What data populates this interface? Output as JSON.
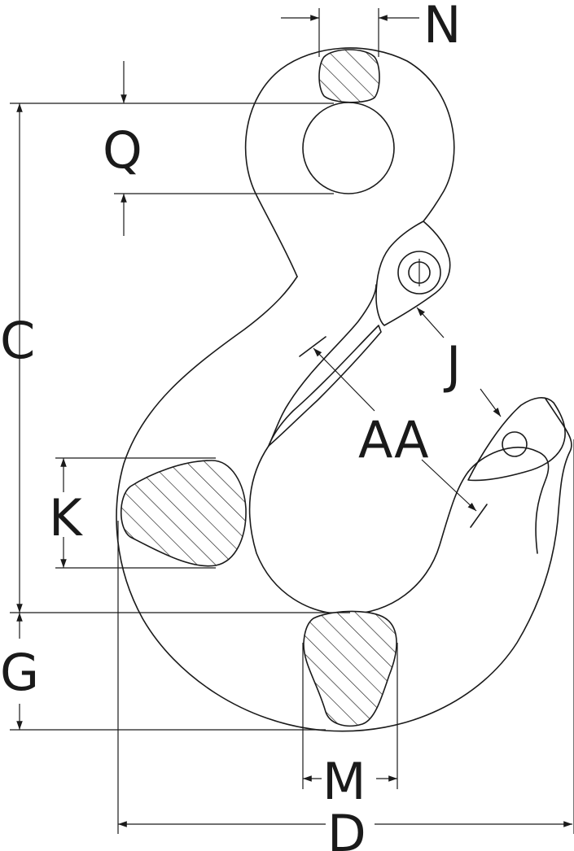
{
  "diagram": {
    "labels": {
      "N": "N",
      "Q": "Q",
      "C": "C",
      "J": "J",
      "AA": "AA",
      "K": "K",
      "G": "G",
      "M": "M",
      "D": "D"
    },
    "colors": {
      "line": "#1a1a1a",
      "background": "#ffffff"
    }
  }
}
